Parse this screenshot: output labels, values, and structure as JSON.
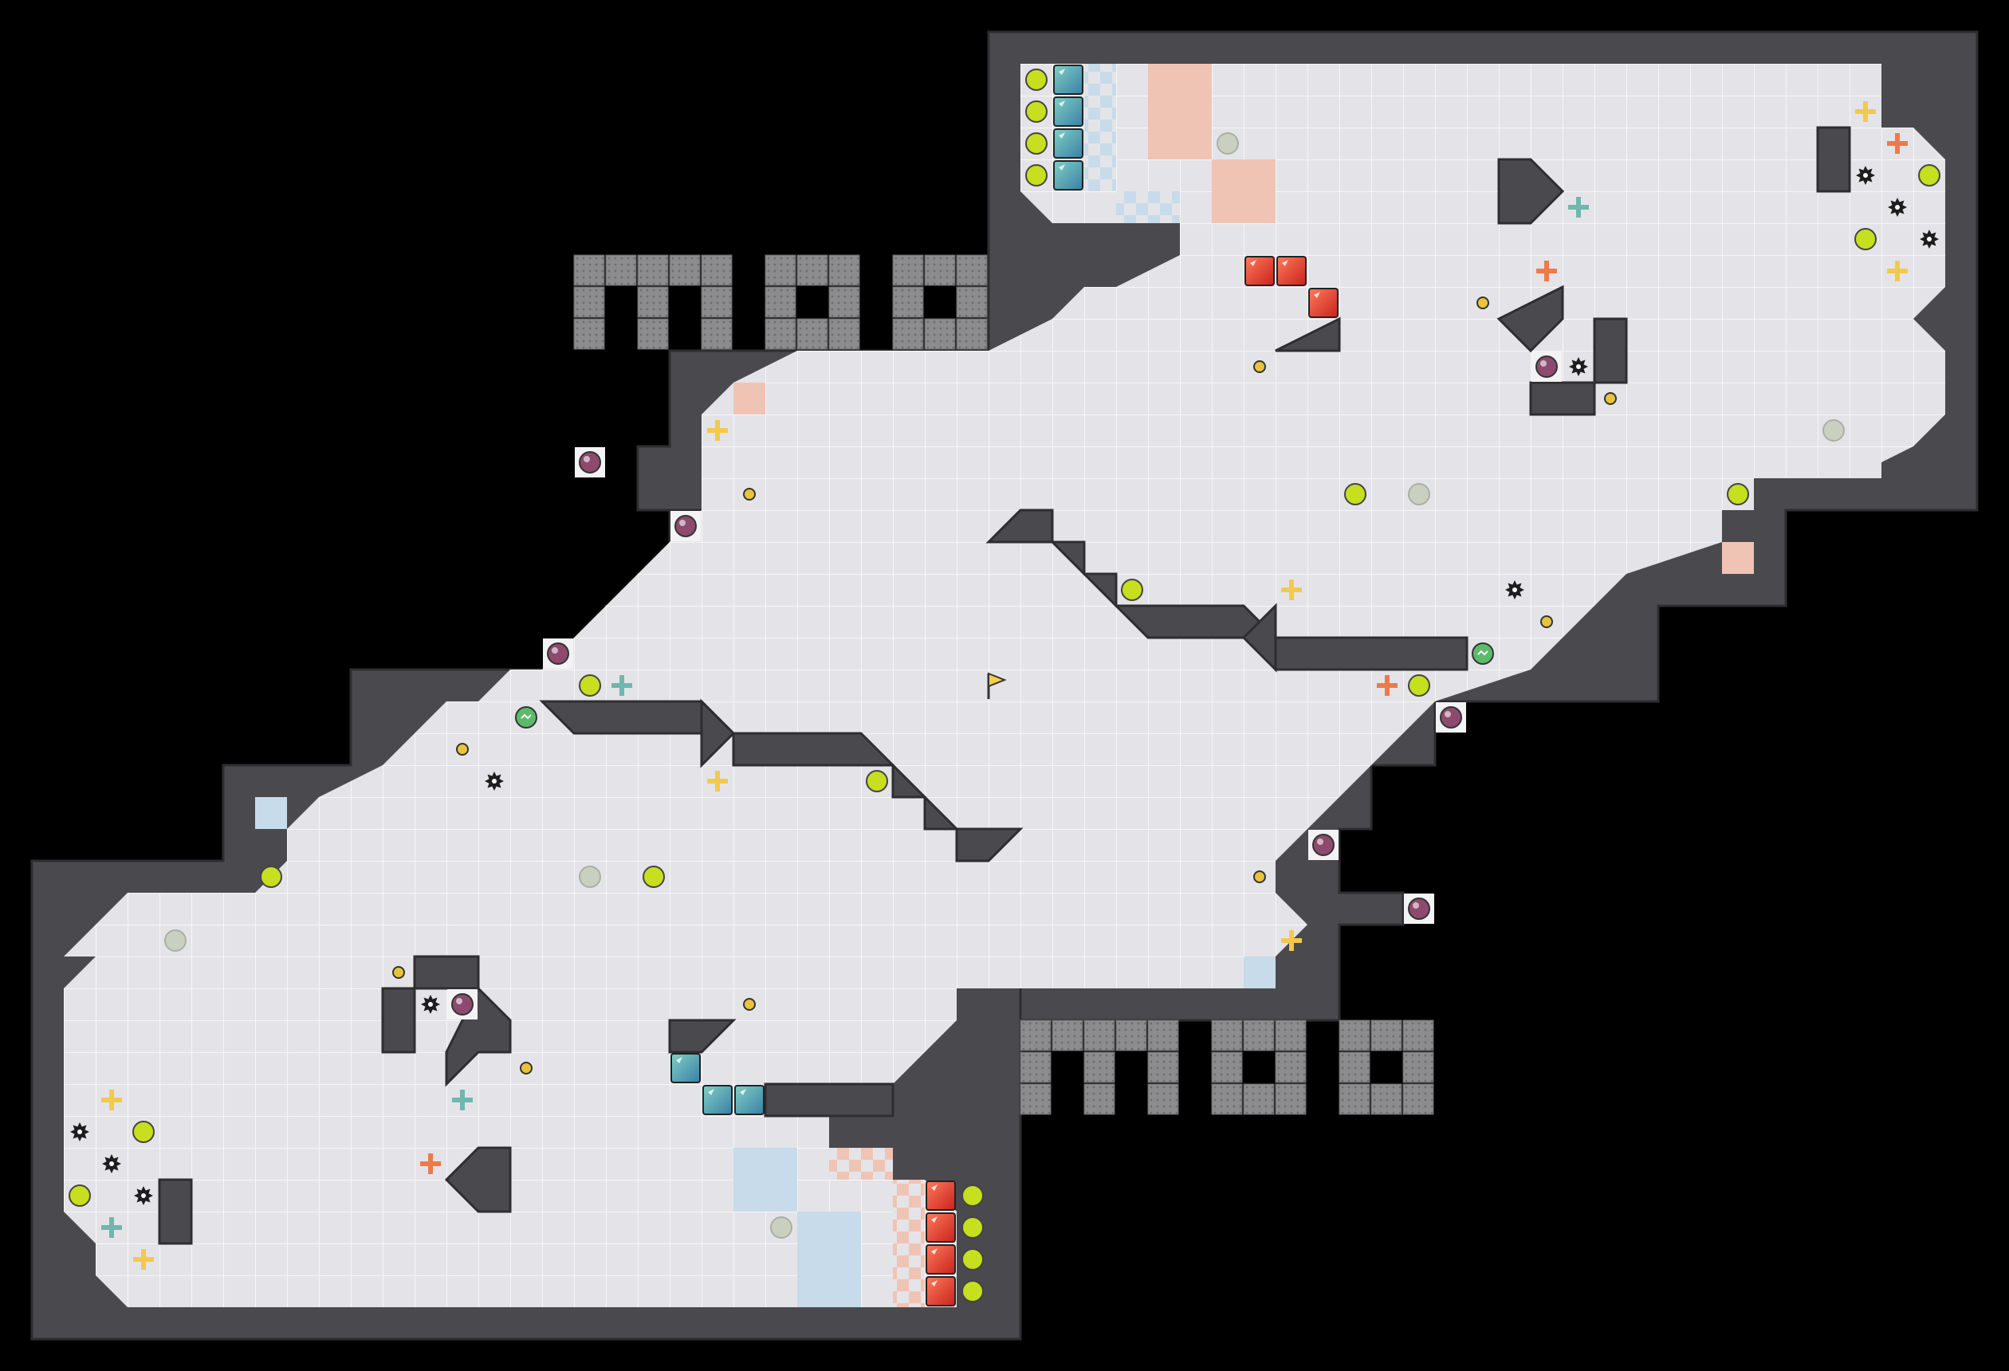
{
  "map": {
    "title": "",
    "colors": {
      "background": "#000000",
      "wall": "#4a4a4e",
      "wall_edge": "#2e2e31",
      "floor": "#e4e4e8",
      "grid_line": "#f6f6f8",
      "team_red": "#e8402f",
      "team_blue": "#5aa9a8",
      "red_zone": "#f0c4b4",
      "blue_zone": "#c7dbea",
      "orb": "#c6df1e",
      "orb_inactive": "#c9d0c0",
      "mine": "#8d4a6e",
      "boost_yellow": "#f3c94b",
      "boost_orange": "#ee7a4a",
      "boost_teal": "#6fb7b0",
      "spike": "#1d1d1d",
      "flag": "#f2d04a",
      "tile_block": "#8c8c8e",
      "token": "#e9c43a"
    },
    "glyph_labels": [
      "moo",
      "moo"
    ],
    "objects": {
      "flag": {
        "icon": "flag-icon"
      },
      "red_team_gates": {
        "icon": "red-gate-icon",
        "count": 7
      },
      "blue_team_gates": {
        "icon": "blue-gate-icon",
        "count": 7
      },
      "orbs": {
        "icon": "orb-icon"
      },
      "mines": {
        "icon": "mine-icon"
      },
      "boosts": {
        "icon": "boost-icon"
      },
      "spikes": {
        "icon": "spike-icon"
      },
      "powerups": {
        "icon": "powerup-icon"
      },
      "tokens": {
        "icon": "token-icon"
      }
    }
  }
}
